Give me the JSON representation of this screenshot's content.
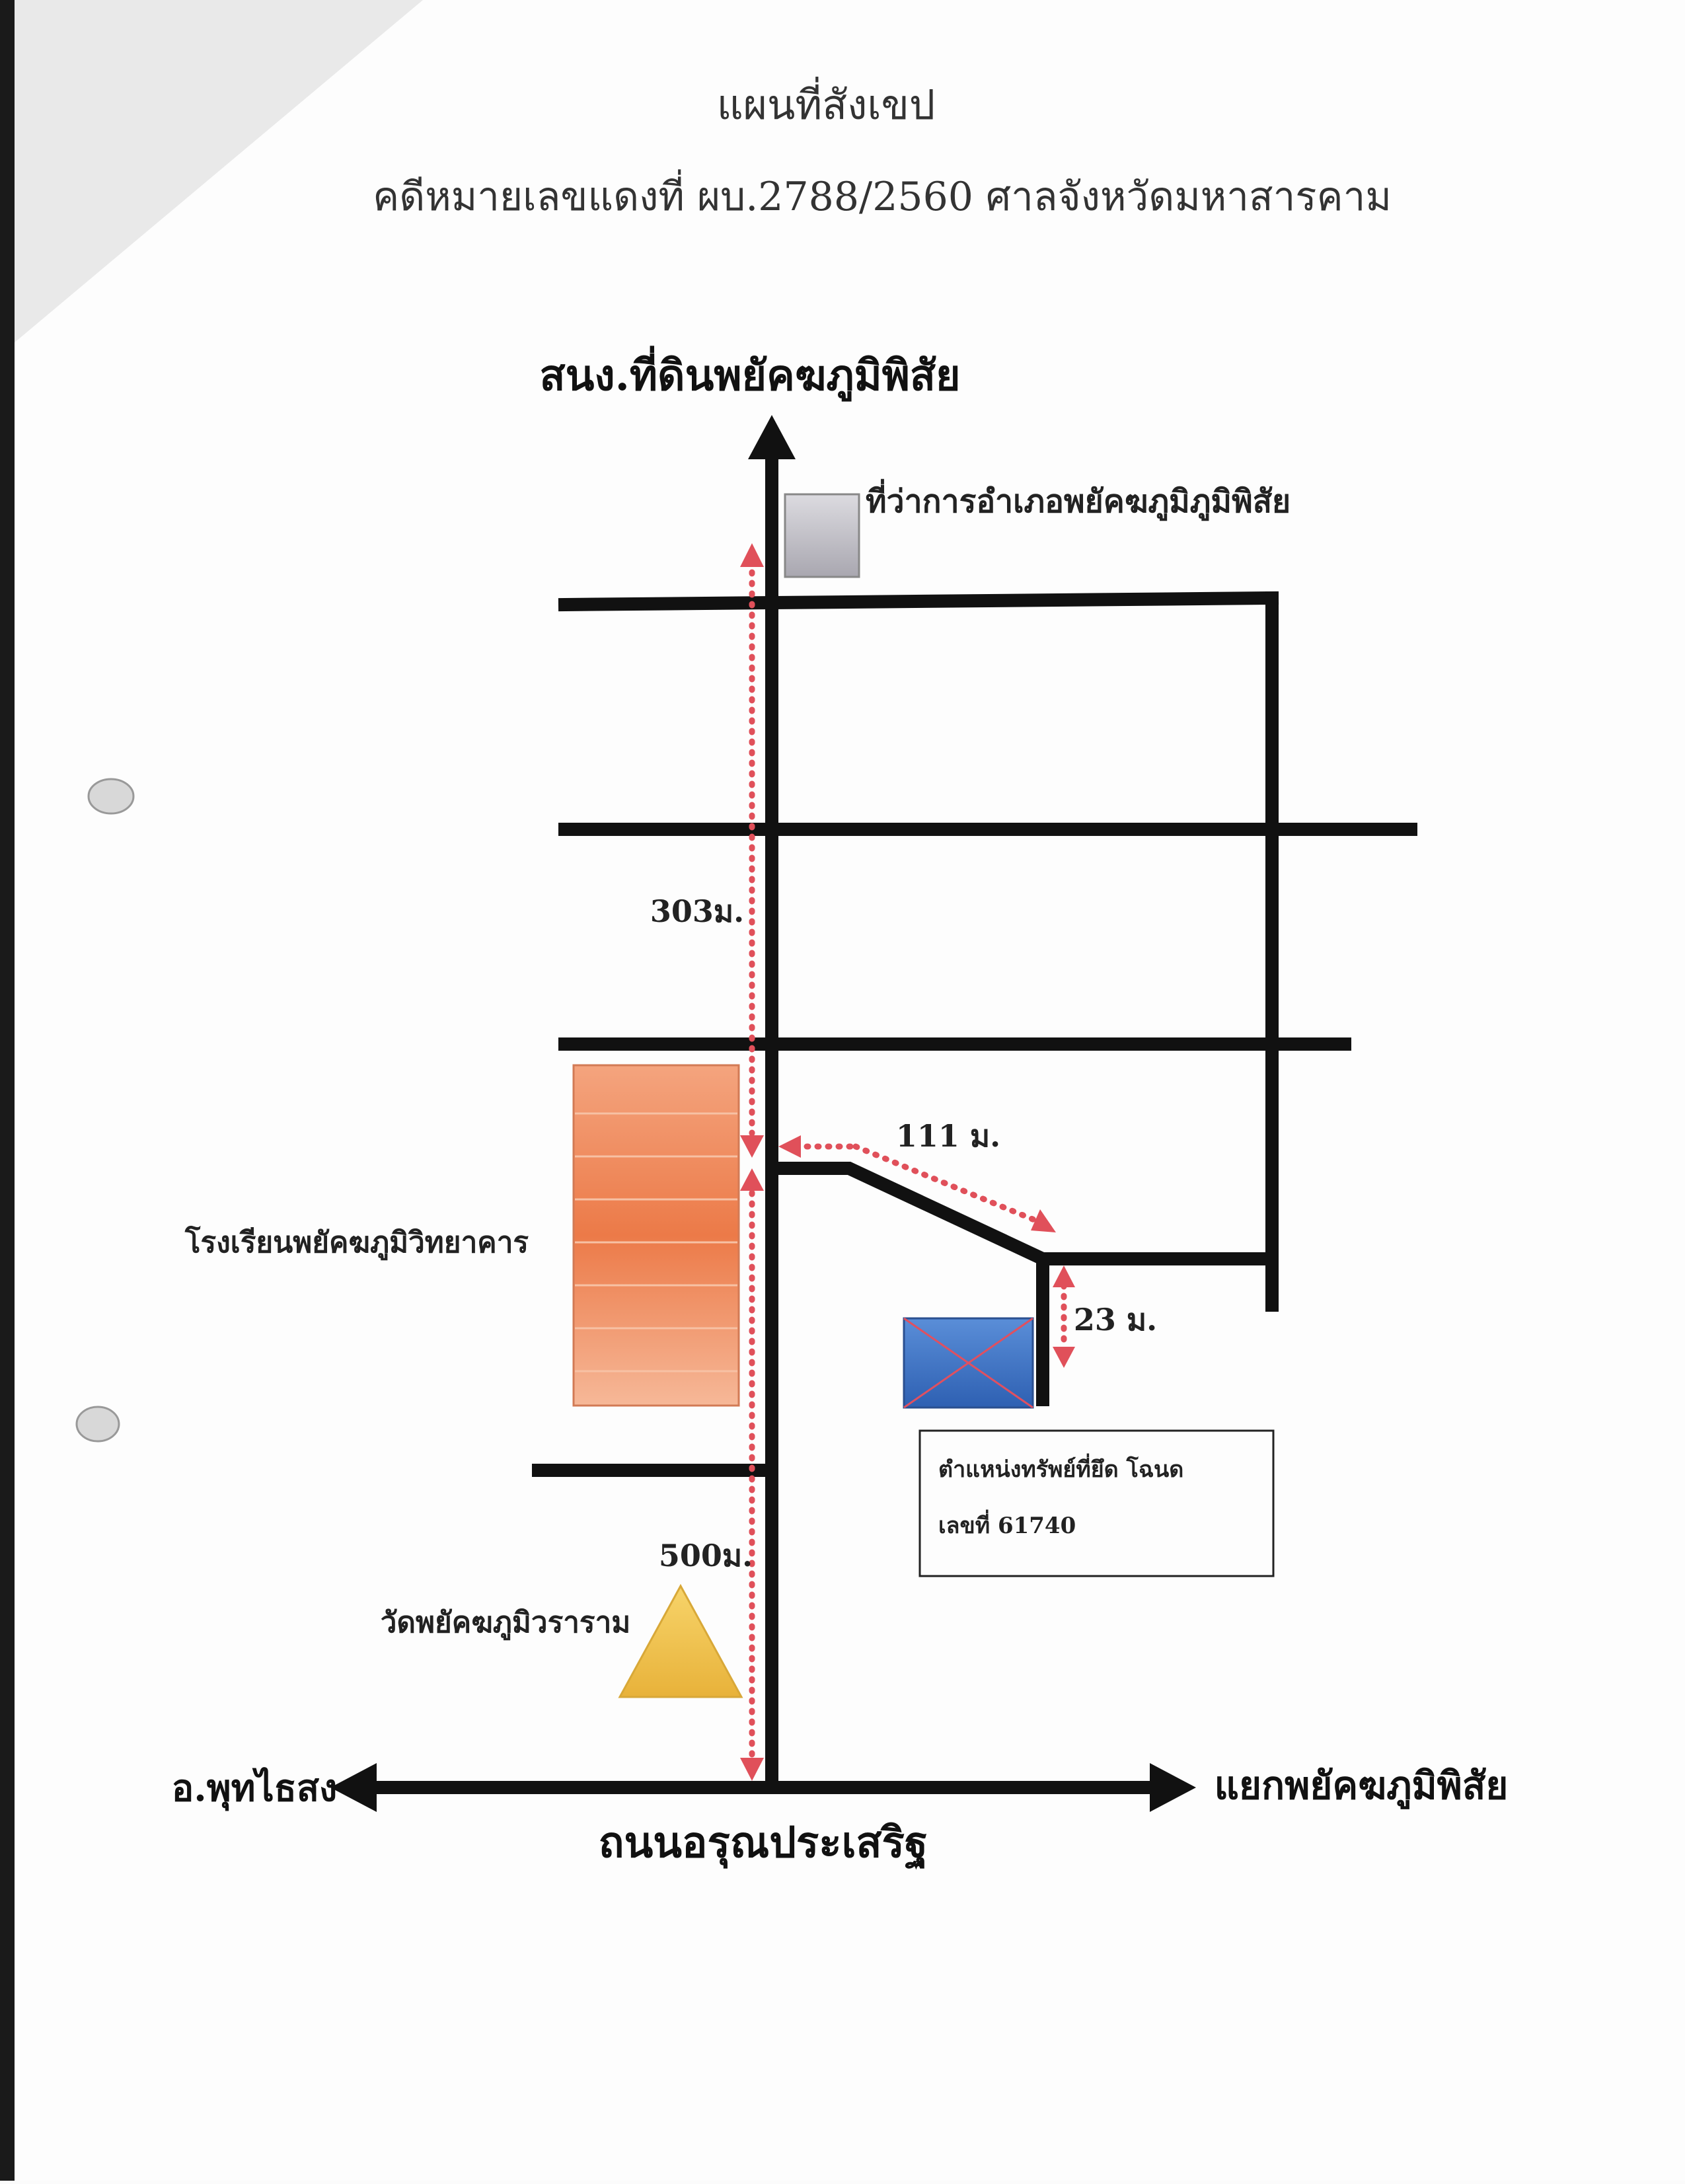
{
  "header": {
    "title": "แผนที่สังเขป",
    "subtitle": "คดีหมายเลขแดงที่ ผบ.2788/2560 ศาลจังหวัดมหาสารคาม"
  },
  "map": {
    "north_label": "สนง.ที่ดินพยัคฆภูมิพิสัย",
    "district_office_label": "ที่ว่าการอำเภอพยัคฆภูมิภูมิพิสัย",
    "school_label": "โรงเรียนพยัคฆภูมิวิทยาคาร",
    "temple_label": "วัดพยัคฆภูมิวราราม",
    "west_label": "อ.พุทไธสง",
    "east_label": "แยกพยัคฆภูมิพิสัย",
    "main_road_label": "ถนนอรุณประเสริฐ",
    "distances": {
      "north_segment": "303ม.",
      "south_segment": "500ม.",
      "east_segment": "111 ม.",
      "lot_segment": "23 ม."
    },
    "property_box": {
      "line1": "ตำแหน่งทรัพย์ที่ยึด โฉนด",
      "line2": "เลขที่ 61740"
    },
    "colors": {
      "road": "#111111",
      "distance_arrow": "#e0505a",
      "school_fill": "#f08a5a",
      "temple_fill": "#f2c24a",
      "property_fill": "#3a72c8",
      "office_fill": "#c8c6cc"
    },
    "icons": [
      "arrow-north-icon",
      "arrow-east-icon",
      "arrow-west-icon"
    ]
  }
}
